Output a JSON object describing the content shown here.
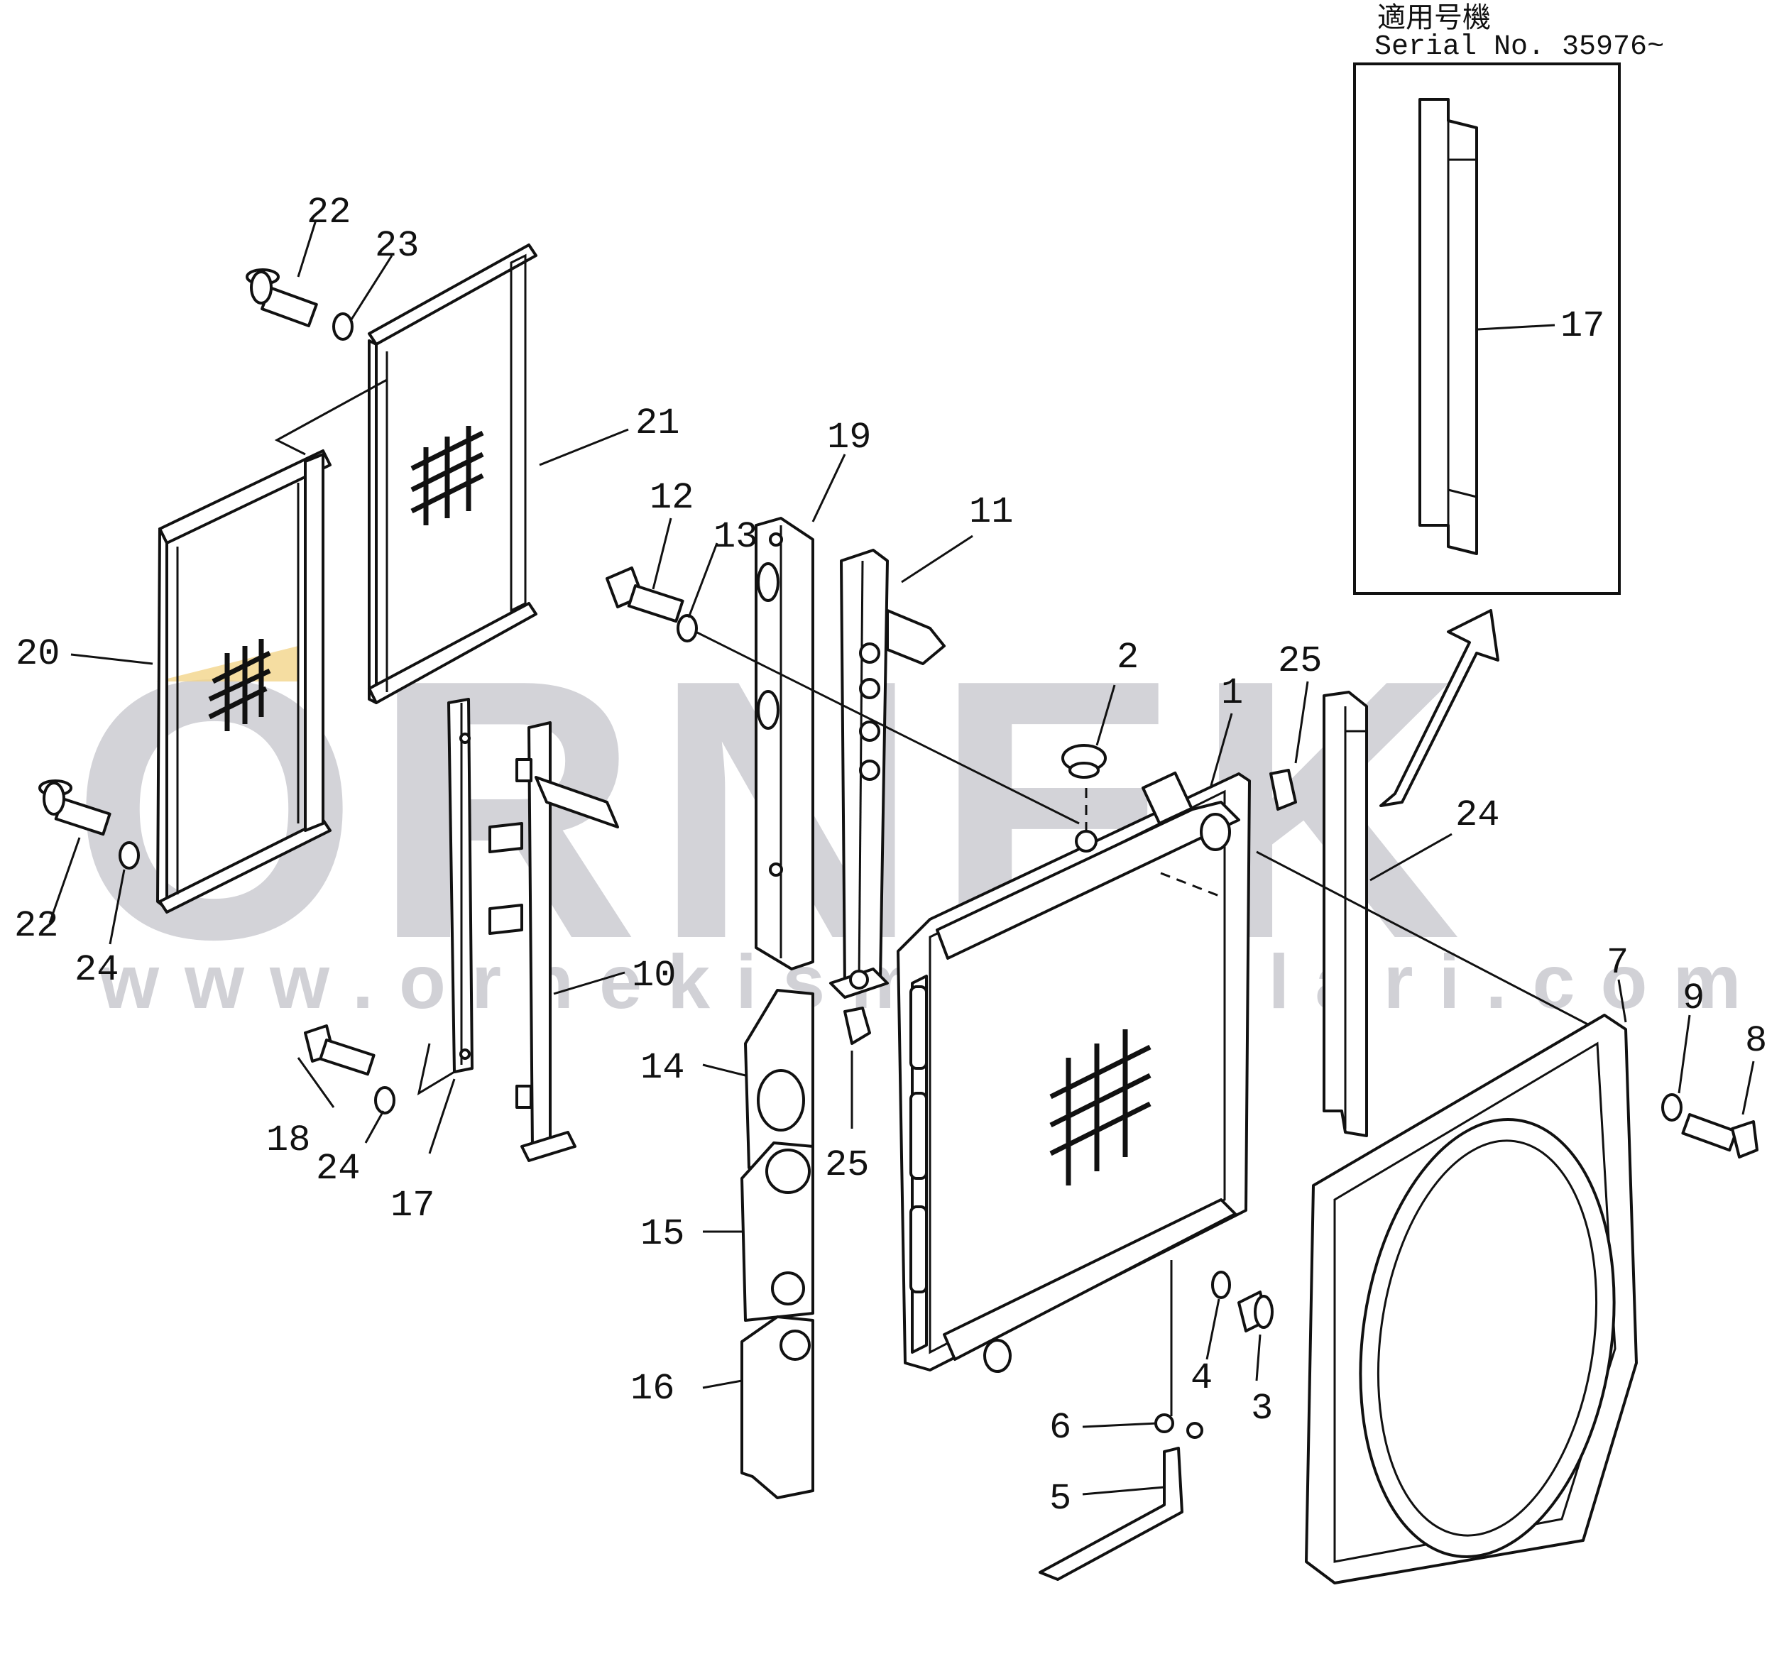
{
  "diagram": {
    "watermark": {
      "brand": "ORNEK",
      "url": "www.ornekismakinalari.com.tr"
    },
    "inset": {
      "title_jp": "適用号機",
      "serial": "Serial No. 35976~",
      "part_label": "17"
    },
    "callouts": [
      {
        "id": "c1",
        "text": "1"
      },
      {
        "id": "c2",
        "text": "2"
      },
      {
        "id": "c3",
        "text": "3"
      },
      {
        "id": "c4",
        "text": "4"
      },
      {
        "id": "c5",
        "text": "5"
      },
      {
        "id": "c6",
        "text": "6"
      },
      {
        "id": "c7",
        "text": "7"
      },
      {
        "id": "c8",
        "text": "8"
      },
      {
        "id": "c9",
        "text": "9"
      },
      {
        "id": "c10",
        "text": "10"
      },
      {
        "id": "c11",
        "text": "11"
      },
      {
        "id": "c12",
        "text": "12"
      },
      {
        "id": "c13",
        "text": "13"
      },
      {
        "id": "c14",
        "text": "14"
      },
      {
        "id": "c15",
        "text": "15"
      },
      {
        "id": "c16",
        "text": "16"
      },
      {
        "id": "c17",
        "text": "17"
      },
      {
        "id": "c18",
        "text": "18"
      },
      {
        "id": "c19",
        "text": "19"
      },
      {
        "id": "c20",
        "text": "20"
      },
      {
        "id": "c21",
        "text": "21"
      },
      {
        "id": "c22a",
        "text": "22"
      },
      {
        "id": "c22b",
        "text": "22"
      },
      {
        "id": "c23",
        "text": "23"
      },
      {
        "id": "c24a",
        "text": "24"
      },
      {
        "id": "c24b",
        "text": "24"
      },
      {
        "id": "c24c",
        "text": "24"
      },
      {
        "id": "c25a",
        "text": "25"
      },
      {
        "id": "c25b",
        "text": "25"
      }
    ]
  }
}
